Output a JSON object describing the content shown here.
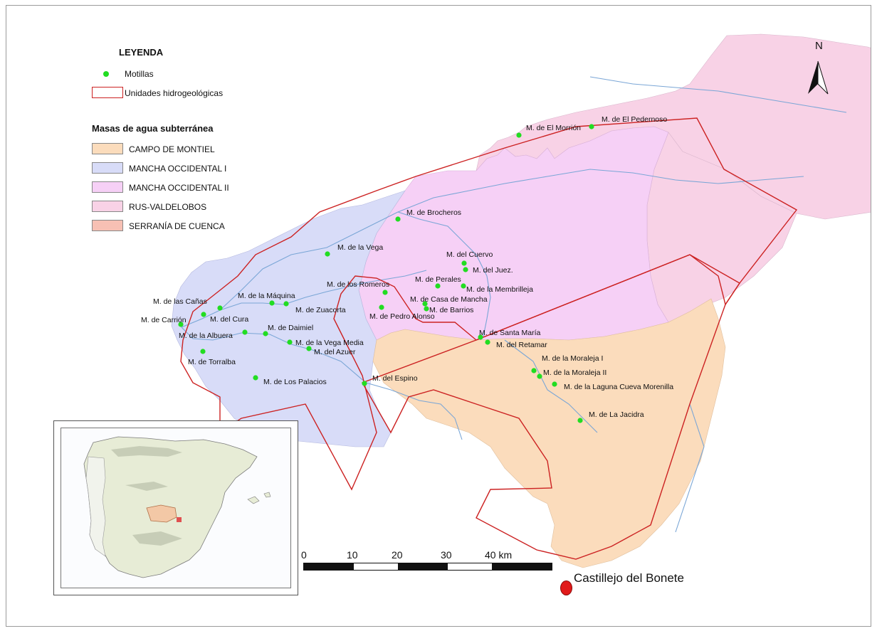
{
  "legend": {
    "title": "LEYENDA",
    "points_label": "Motillas",
    "units_label": "Unidades hidrogeológicas",
    "masses_title": "Masas de agua subterránea",
    "masses": [
      {
        "label": "CAMPO DE MONTIEL",
        "color": "#fbdcbc"
      },
      {
        "label": "MANCHA OCCIDENTAL I",
        "color": "#d8dcf8"
      },
      {
        "label": "MANCHA OCCIDENTAL II",
        "color": "#f6d0f6"
      },
      {
        "label": "RUS-VALDELOBOS",
        "color": "#f8d2e6"
      },
      {
        "label": "SERRANÍA DE CUENCA",
        "color": "#f7c0b4"
      }
    ]
  },
  "colors": {
    "point": "#22dd22",
    "unit_line": "#cc2222",
    "river": "#7aa6d6"
  },
  "north_label": "N",
  "scale": {
    "ticks": [
      "0",
      "10",
      "20",
      "30",
      "40 km"
    ]
  },
  "town": {
    "label": "Castillejo del Bonete"
  },
  "sites": [
    {
      "name": "M. de El Pedernoso"
    },
    {
      "name": "M. de El Morrión"
    },
    {
      "name": "M. de Brocheros"
    },
    {
      "name": "M. de la Vega"
    },
    {
      "name": "M. del Cuervo"
    },
    {
      "name": "M. del Juez."
    },
    {
      "name": "M. de Perales"
    },
    {
      "name": "M. de la Membrilleja"
    },
    {
      "name": "M. de los Romeros"
    },
    {
      "name": "M. de Casa de Mancha"
    },
    {
      "name": "M. de Barrios"
    },
    {
      "name": "M. de Pedro Alonso"
    },
    {
      "name": "M. de las Cañas"
    },
    {
      "name": "M. de la Máquina"
    },
    {
      "name": "M. de Zuacorta"
    },
    {
      "name": "M. de Carrión"
    },
    {
      "name": "M. del Cura"
    },
    {
      "name": "M. de Daimiel"
    },
    {
      "name": "M. de la Albuera"
    },
    {
      "name": "M. de la Vega Media"
    },
    {
      "name": "M. del Azuer"
    },
    {
      "name": "M. de Torralba"
    },
    {
      "name": "M. de Los Palacios"
    },
    {
      "name": "M. del Espino"
    },
    {
      "name": "M. de Santa María"
    },
    {
      "name": "M. del Retamar"
    },
    {
      "name": "M. de la Moraleja I"
    },
    {
      "name": "M. de la Moraleja II"
    },
    {
      "name": "M. de la Laguna Cueva Morenilla"
    },
    {
      "name": "M. de La Jacidra"
    }
  ]
}
